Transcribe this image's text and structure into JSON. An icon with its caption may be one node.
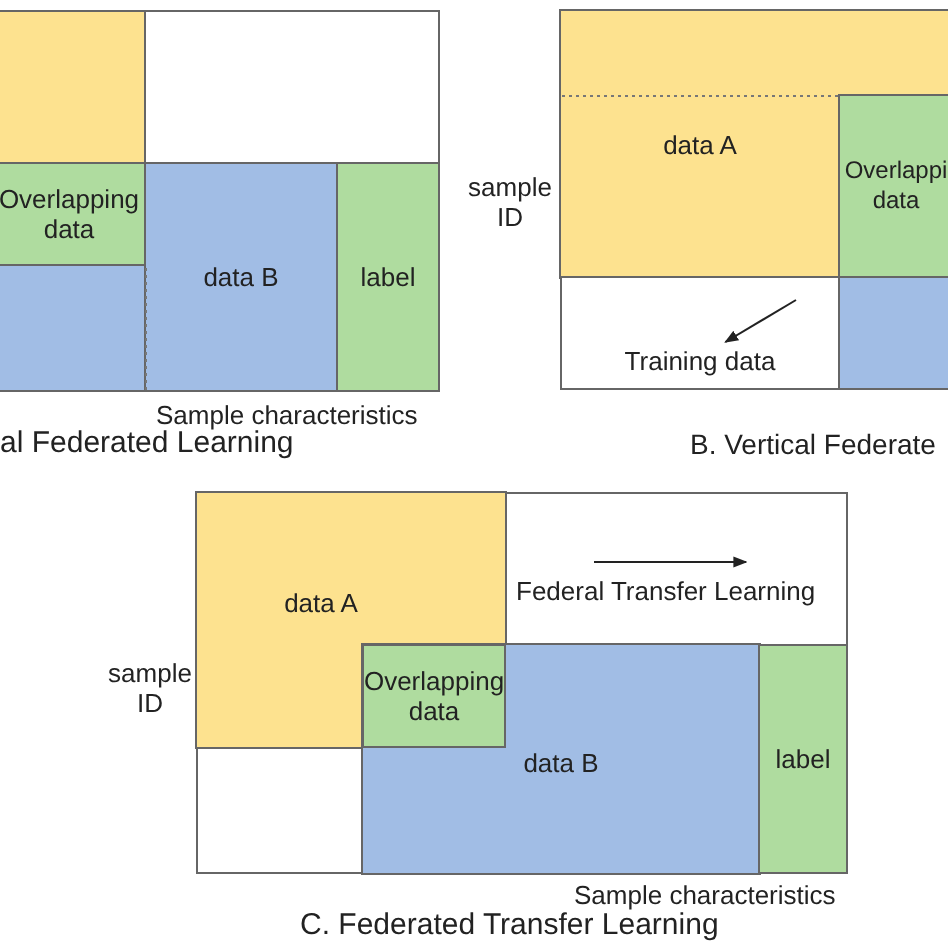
{
  "diagram": {
    "nodes": [
      {
        "text": [],
        "shape": "box"
      },
      {
        "text": [],
        "shape": "box"
      },
      {
        "text": [
          "Overlapping data"
        ]
      },
      {
        "text": [],
        "shape": "box"
      },
      {
        "text": [
          "data B"
        ]
      },
      {
        "text": [
          "label"
        ]
      },
      {
        "text": [
          "data A"
        ]
      },
      {
        "text": [
          "Overlappi data"
        ]
      },
      {
        "text": [
          "Training data"
        ]
      },
      {
        "text": [],
        "shape": "box"
      },
      {
        "text": [],
        "shape": "box"
      },
      {
        "text": [
          "data A"
        ],
        "in": 10
      },
      {
        "text": [
          "Overlapping data"
        ],
        "in": 10
      },
      {
        "text": [
          "data B"
        ],
        "in": 10
      },
      {
        "text": [
          "label"
        ],
        "in": 10
      }
    ],
    "edges": [
      {
        "from": null,
        "to": 8,
        "arrow": "to"
      }
    ],
    "labels": [
      "Sample characteristics",
      "al Federated Learning",
      "sample ID",
      "B. Vertical Federate",
      "Federal Transfer Learning",
      "sample ID",
      "Sample characteristics",
      "C. Federated Transfer Learning"
    ]
  }
}
